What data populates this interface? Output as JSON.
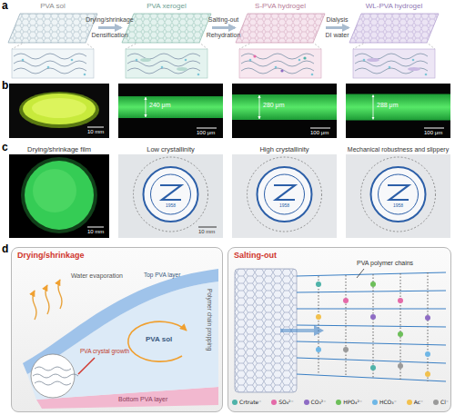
{
  "diagram": {
    "nodes": [
      {
        "text": [
          "PVA sol"
        ]
      },
      {
        "text": [
          "PVA xerogel"
        ]
      },
      {
        "text": [
          "S-PVA hydrogel"
        ]
      },
      {
        "text": [
          "WL-PVA hydrogel"
        ]
      },
      {
        "text": [
          "Drying/shrinkage"
        ]
      },
      {
        "text": [
          "Salting-out"
        ]
      }
    ],
    "edges": [
      {
        "from": 0,
        "to": 1,
        "label": "Drying/shrinkage",
        "arrow": "to"
      },
      {
        "from": 1,
        "to": 2,
        "label": "Salting-out",
        "arrow": "to"
      },
      {
        "from": 2,
        "to": 3,
        "label": "Dialysis",
        "arrow": "to"
      }
    ],
    "labels": [
      "a",
      "Densification",
      "Rehydration",
      "DI water",
      "b",
      "10 mm",
      "240 μm",
      "100 μm",
      "280 μm",
      "100 μm",
      "288 μm",
      "100 μm",
      "c",
      "Drying/shrinkage film",
      "Low crystallinity",
      "High crystallinity",
      "Mechanical robustness and slippery",
      "10 mm",
      "10 mm",
      "1958",
      "1958",
      "1958",
      "d",
      "Water evaporation",
      "PVA crystal growth",
      "Polymer chain propping",
      "PVA sol",
      "Top PVA layer",
      "Bottom PVA layer",
      "PVA polymer chains"
    ],
    "legend": [
      {
        "text": "Crtrate⁻",
        "color": "#4fb3a9"
      },
      {
        "text": "SO₄²⁻",
        "color": "#e46aa8"
      },
      {
        "text": "CO₃²⁻",
        "color": "#8e6cc4"
      },
      {
        "text": "HPO₄²⁻",
        "color": "#6dbf5a"
      },
      {
        "text": "HCO₃⁻",
        "color": "#6fb7e6"
      },
      {
        "text": "Ac⁻",
        "color": "#f2c14e"
      },
      {
        "text": "Cl⁻",
        "color": "#9a9a9a"
      }
    ]
  }
}
